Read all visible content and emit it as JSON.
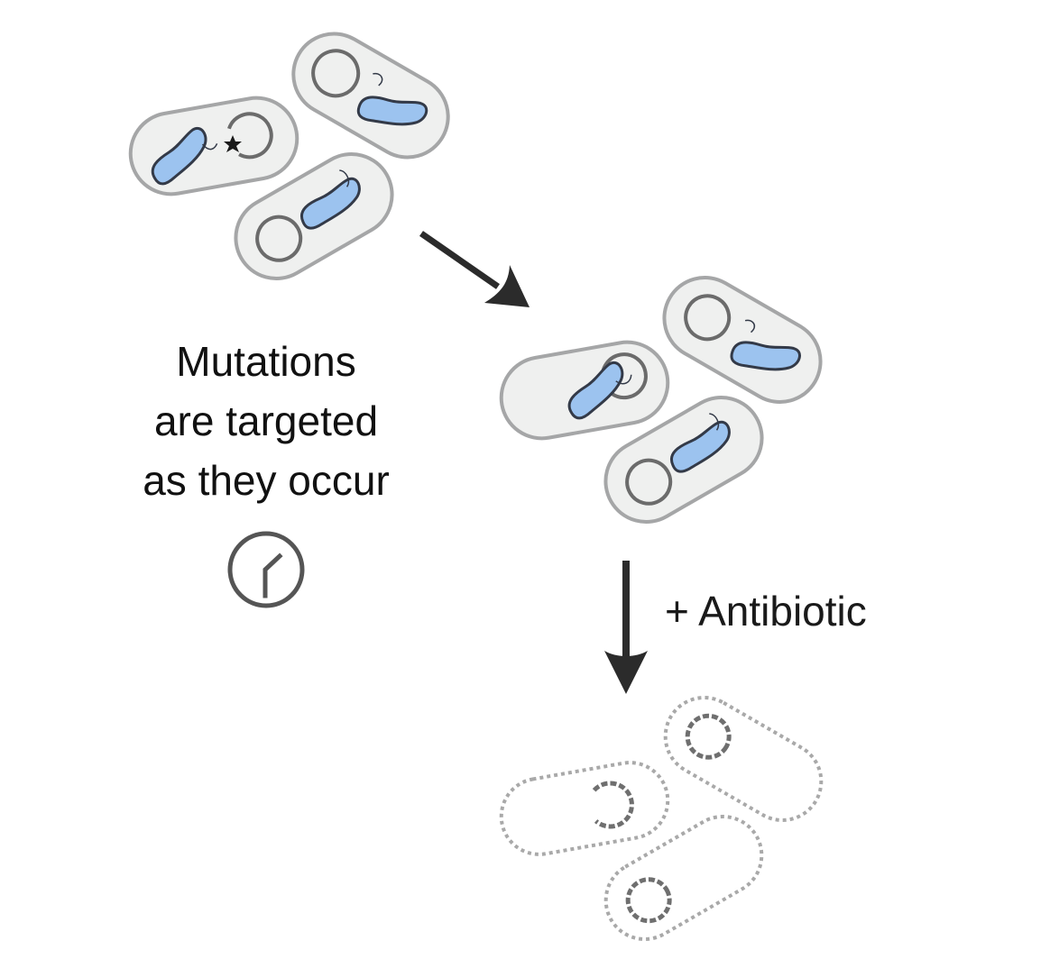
{
  "caption": {
    "line1": "Mutations",
    "line2": "are targeted",
    "line3": "as they occur"
  },
  "antibiotic_label": "+ Antibiotic",
  "colors": {
    "cell_fill": "#eff0ef",
    "cell_outline": "#a5a6a7",
    "dna_circle": "#6b6b6b",
    "protein_fill": "#9cc3ef",
    "protein_outline": "#333a48",
    "arrow": "#2b2b2b",
    "dead_outline": "#a9a9a9",
    "dead_dna": "#6f6f6f"
  },
  "icons": [
    "bacterium-cell",
    "plasmid-circle",
    "cas-protein",
    "mutation-star",
    "clock-icon",
    "arrow-down-right",
    "arrow-down",
    "dead-cell"
  ]
}
